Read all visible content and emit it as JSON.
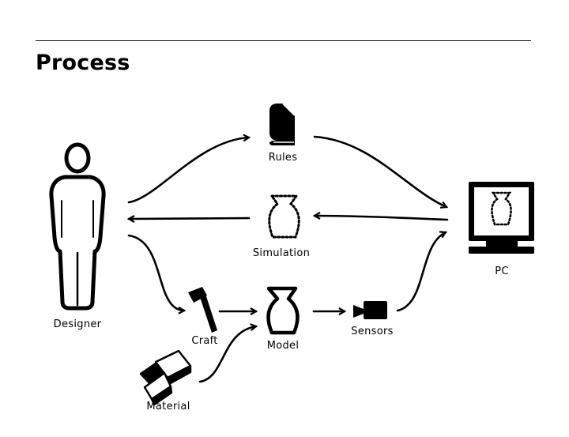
{
  "header": {
    "title": "Process"
  },
  "nodes": {
    "designer": {
      "label": "Designer",
      "icon": "person-icon"
    },
    "rules": {
      "label": "Rules",
      "icon": "book-icon"
    },
    "simulation": {
      "label": "Simulation",
      "icon": "dotted-vase-icon"
    },
    "pc": {
      "label": "PC",
      "icon": "computer-monitor-icon"
    },
    "craft": {
      "label": "Craft",
      "icon": "hammer-icon"
    },
    "model": {
      "label": "Model",
      "icon": "vase-icon"
    },
    "sensors": {
      "label": "Sensors",
      "icon": "video-camera-icon"
    },
    "material": {
      "label": "Material",
      "icon": "material-blocks-icon"
    }
  },
  "edges": [
    {
      "from": "Designer",
      "to": "Rules"
    },
    {
      "from": "Rules",
      "to": "PC"
    },
    {
      "from": "PC",
      "to": "Simulation"
    },
    {
      "from": "Simulation",
      "to": "Designer"
    },
    {
      "from": "Designer",
      "to": "Craft"
    },
    {
      "from": "Craft",
      "to": "Model"
    },
    {
      "from": "Material",
      "to": "Model"
    },
    {
      "from": "Model",
      "to": "Sensors"
    },
    {
      "from": "Sensors",
      "to": "PC"
    }
  ],
  "colors": {
    "ink": "#000000",
    "background": "#ffffff"
  }
}
